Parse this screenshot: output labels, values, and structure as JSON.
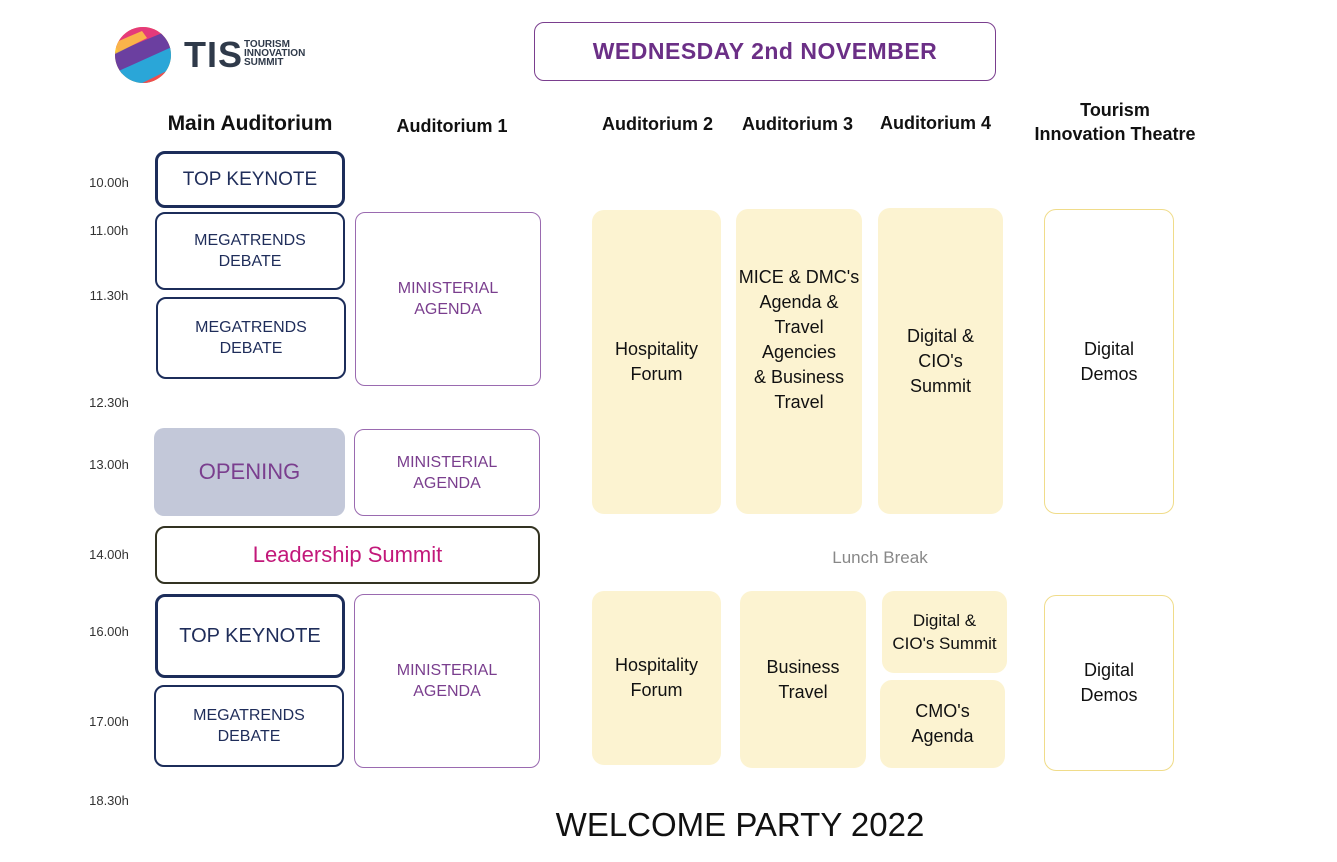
{
  "logo": {
    "mark": "TIS",
    "subtitle": [
      "TOURISM",
      "INNOVATION",
      "SUMMIT"
    ]
  },
  "date": "WEDNESDAY 2nd NOVEMBER",
  "columns": {
    "main": "Main Auditorium",
    "aud1": "Auditorium 1",
    "aud2": "Auditorium 2",
    "aud3": "Auditorium 3",
    "aud4": "Auditorium 4",
    "theatre_line1": "Tourism",
    "theatre_line2": "Innovation Theatre"
  },
  "times": [
    "10.00h",
    "11.00h",
    "11.30h",
    "12.30h",
    "13.00h",
    "14.00h",
    "16.00h",
    "17.00h",
    "18.30h"
  ],
  "sessions": {
    "main_keynote_1": "TOP KEYNOTE",
    "main_debate_1": "MEGATRENDS\nDEBATE",
    "main_debate_2": "MEGATRENDS\nDEBATE",
    "main_opening": "OPENING",
    "leadership": "Leadership Summit",
    "main_keynote_2": "TOP KEYNOTE",
    "main_debate_3": "MEGATRENDS\nDEBATE",
    "aud1_ministerial_1": "MINISTERIAL\nAGENDA",
    "aud1_ministerial_2": "MINISTERIAL\nAGENDA",
    "aud1_ministerial_3": "MINISTERIAL\nAGENDA",
    "aud2_hospitality_1": "Hospitality\nForum",
    "aud2_hospitality_2": "Hospitality\nForum",
    "aud3_mice": "MICE & DMC's\nAgenda &\nTravel Agencies\n& Business\nTravel",
    "aud3_business": "Business\nTravel",
    "aud4_digital_1": "Digital &\nCIO's\nSummit",
    "aud4_digital_2": "Digital &\nCIO's Summit",
    "aud4_cmo": "CMO's\nAgenda",
    "theatre_demos_1": "Digital\nDemos",
    "theatre_demos_2": "Digital\nDemos"
  },
  "lunch": "Lunch Break",
  "party": "WELCOME PARTY 2022",
  "colors": {
    "navy": "#1c2d5a",
    "purple": "#7a3e8e",
    "pink": "#c2187a",
    "yellow_fill": "#fcf3d1",
    "opening_fill": "#c3c8d9"
  }
}
